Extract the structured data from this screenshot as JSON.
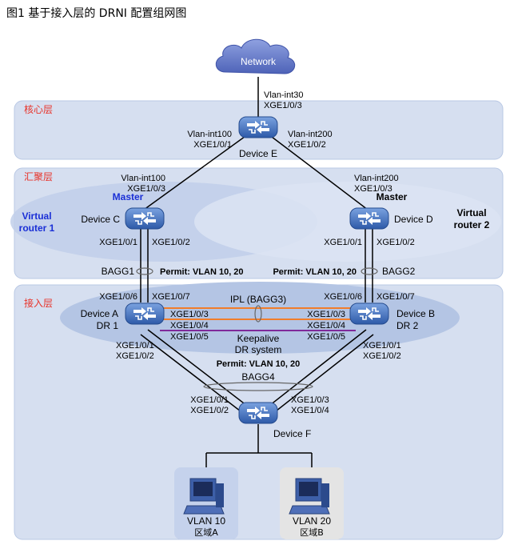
{
  "figure_title": "图1 基于接入层的 DRNI 配置组网图",
  "colors": {
    "layer_bg": "#d6dff0",
    "layer_border": "#b9c8e4",
    "ellipse": "#b4c5e4",
    "layer_label": "#e8332a",
    "blue_label": "#1a2fd6",
    "link": "#000000",
    "ipl": "#f07d2b",
    "keepalive": "#7f2a9a",
    "cloud": "#6a7fcf",
    "device": "#3d6fc0",
    "vlan10_bg": "#c5d2ec",
    "vlan20_bg": "#e4e4e4"
  },
  "layers": {
    "core": "核心层",
    "aggregation": "汇聚层",
    "access": "接入层"
  },
  "network": {
    "label": "Network",
    "icon": "cloud-icon"
  },
  "device_e": {
    "name": "Device E",
    "up_vlan": "Vlan-int30",
    "up_port": "XGE1/0/3",
    "left_vlan": "Vlan-int100",
    "left_port": "XGE1/0/1",
    "right_vlan": "Vlan-int200",
    "right_port": "XGE1/0/2"
  },
  "device_c": {
    "name": "Device C",
    "role": "Master",
    "vr": "Virtual\nrouter 1",
    "vr_line1": "Virtual",
    "vr_line2": "router 1",
    "up_vlan": "Vlan-int100",
    "up_port": "XGE1/0/3",
    "port1": "XGE1/0/1",
    "port2": "XGE1/0/2"
  },
  "device_d": {
    "name": "Device D",
    "role": "Master",
    "vr_line1": "Virtual",
    "vr_line2": "router 2",
    "up_vlan": "Vlan-int200",
    "up_port": "XGE1/0/3",
    "port1": "XGE1/0/1",
    "port2": "XGE1/0/2"
  },
  "bagg1": "BAGG1",
  "bagg2": "BAGG2",
  "permit_left": "Permit: VLAN 10, 20",
  "permit_right": "Permit: VLAN 10, 20",
  "permit_bottom": "Permit: VLAN 10, 20",
  "device_a": {
    "name": "Device A",
    "dr": "DR 1",
    "p6": "XGE1/0/6",
    "p7": "XGE1/0/7",
    "p3": "XGE1/0/3",
    "p4": "XGE1/0/4",
    "p5": "XGE1/0/5",
    "p1": "XGE1/0/1",
    "p2": "XGE1/0/2"
  },
  "device_b": {
    "name": "Device B",
    "dr": "DR 2",
    "p6": "XGE1/0/6",
    "p7": "XGE1/0/7",
    "p3": "XGE1/0/3",
    "p4": "XGE1/0/4",
    "p5": "XGE1/0/5",
    "p1": "XGE1/0/1",
    "p2": "XGE1/0/2"
  },
  "ipl": "IPL (BAGG3)",
  "keepalive": "Keepalive",
  "dr_system": "DR system",
  "bagg4": "BAGG4",
  "device_f": {
    "name": "Device F",
    "p1": "XGE1/0/1",
    "p2": "XGE1/0/2",
    "p3": "XGE1/0/3",
    "p4": "XGE1/0/4"
  },
  "hosts": [
    {
      "vlan": "VLAN 10",
      "area": "区域A"
    },
    {
      "vlan": "VLAN 20",
      "area": "区域B"
    }
  ]
}
